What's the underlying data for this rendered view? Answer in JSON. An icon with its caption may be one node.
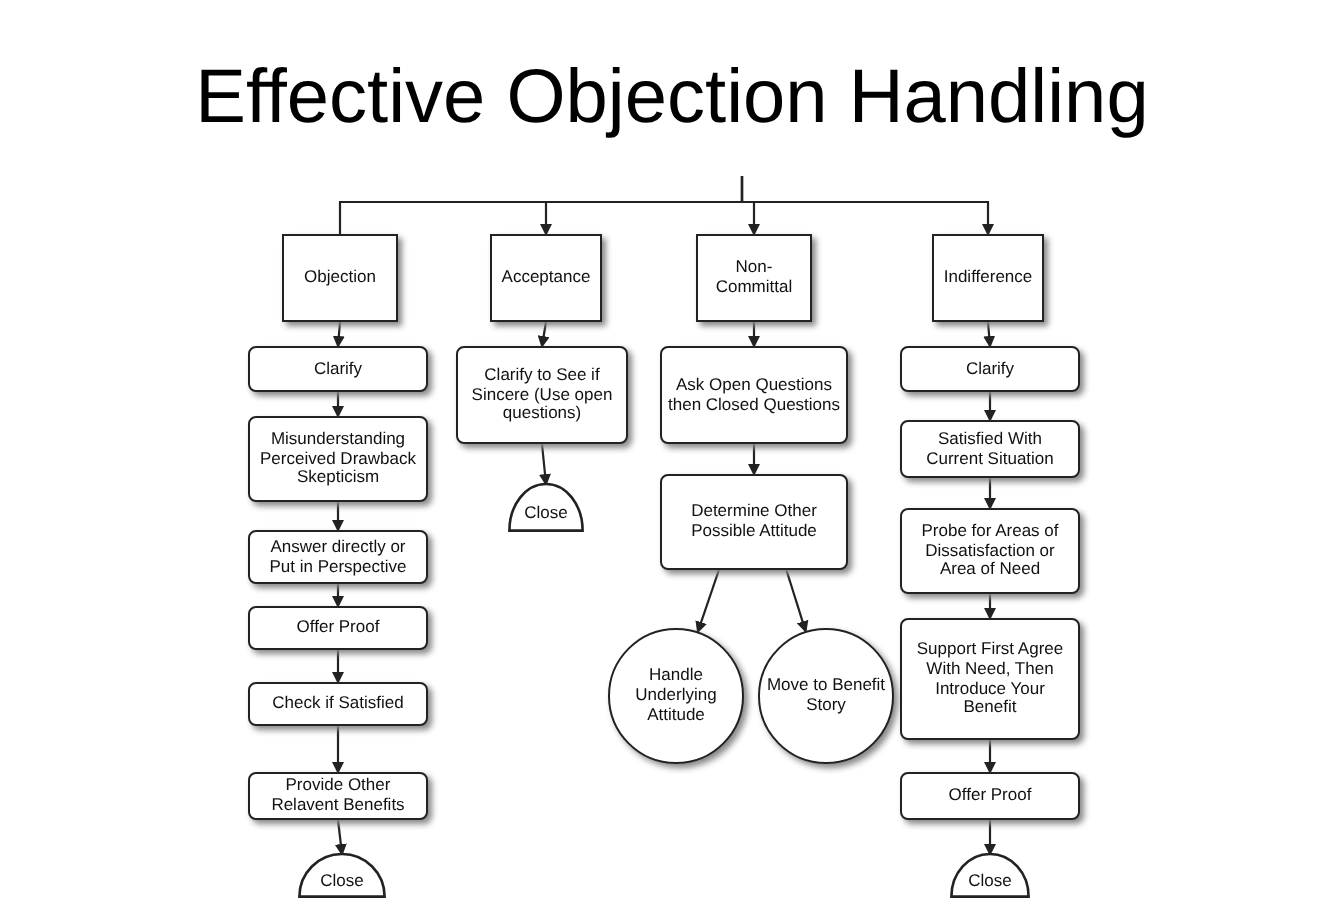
{
  "diagram": {
    "title": "Effective Objection Handling",
    "nodes": [
      {
        "text": [
          "Objection"
        ]
      },
      {
        "text": [
          "Acceptance"
        ]
      },
      {
        "text": [
          "Non-Committal"
        ]
      },
      {
        "text": [
          "Indifference"
        ]
      },
      {
        "text": [
          "Clarify"
        ]
      },
      {
        "text": [
          "Misunderstanding Perceived Drawback Skepticism"
        ]
      },
      {
        "text": [
          "Answer directly or Put in Perspective"
        ]
      },
      {
        "text": [
          "Offer Proof"
        ]
      },
      {
        "text": [
          "Check if Satisfied"
        ]
      },
      {
        "text": [
          "Provide Other Relavent Benefits"
        ]
      },
      {
        "text": [
          "Close"
        ]
      },
      {
        "text": [
          "Clarify to See if Sincere (Use open questions)"
        ]
      },
      {
        "text": [
          "Close"
        ]
      },
      {
        "text": [
          "Ask Open Questions then Closed Questions"
        ]
      },
      {
        "text": [
          "Determine Other Possible Attitude"
        ]
      },
      {
        "text": [
          "Handle Underlying Attitude"
        ]
      },
      {
        "text": [
          "Move to Benefit Story"
        ]
      },
      {
        "text": [
          "Clarify"
        ]
      },
      {
        "text": [
          "Satisfied With Current Situation"
        ]
      },
      {
        "text": [
          "Probe for Areas of Dissatisfaction or Area of Need"
        ]
      },
      {
        "text": [
          "Support First Agree With Need, Then Introduce Your Benefit"
        ]
      },
      {
        "text": [
          "Offer Proof"
        ]
      },
      {
        "text": [
          "Close"
        ]
      }
    ],
    "edges": [
      {
        "from": null,
        "to": 0,
        "arrow": "none"
      },
      {
        "from": null,
        "to": 1,
        "arrow": "to"
      },
      {
        "from": null,
        "to": 2,
        "arrow": "to"
      },
      {
        "from": null,
        "to": 3,
        "arrow": "to"
      },
      {
        "from": 0,
        "to": 4,
        "arrow": "to"
      },
      {
        "from": 4,
        "to": 5,
        "arrow": "to"
      },
      {
        "from": 5,
        "to": 6,
        "arrow": "to"
      },
      {
        "from": 6,
        "to": 7,
        "arrow": "to"
      },
      {
        "from": 7,
        "to": 8,
        "arrow": "to"
      },
      {
        "from": 8,
        "to": 9,
        "arrow": "to"
      },
      {
        "from": 9,
        "to": 10,
        "arrow": "to"
      },
      {
        "from": 1,
        "to": 11,
        "arrow": "to"
      },
      {
        "from": 11,
        "to": 12,
        "arrow": "to"
      },
      {
        "from": 2,
        "to": 13,
        "arrow": "to"
      },
      {
        "from": 13,
        "to": 14,
        "arrow": "to"
      },
      {
        "from": 14,
        "to": 15,
        "arrow": "to"
      },
      {
        "from": 14,
        "to": 16,
        "arrow": "to"
      },
      {
        "from": 3,
        "to": 17,
        "arrow": "to"
      },
      {
        "from": 17,
        "to": 18,
        "arrow": "to"
      },
      {
        "from": 18,
        "to": 19,
        "arrow": "to"
      },
      {
        "from": 19,
        "to": 20,
        "arrow": "to"
      },
      {
        "from": 20,
        "to": 21,
        "arrow": "to"
      },
      {
        "from": 21,
        "to": 22,
        "arrow": "to"
      }
    ]
  }
}
